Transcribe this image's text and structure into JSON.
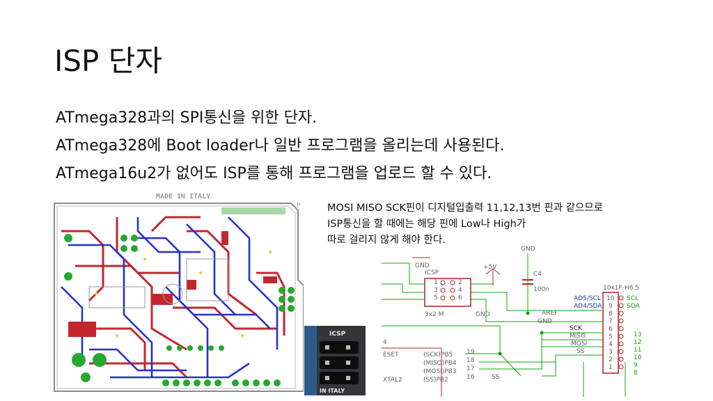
{
  "slide": {
    "title": "ISP 단자",
    "bullets": [
      "ATmega328과의 SPI통신을 위한 단자.",
      "ATmega328에 Boot loader나 일반 프로그램을 올리는데 사용된다.",
      "ATmega16u2가 없어도 ISP를 통해 프로그램을 업로드 할 수 있다."
    ],
    "caption_lines": [
      "MOSI MISO SCK핀이 디지털입출력 11,12,13번 핀과 같으므로",
      "ISP통신을 할 때에는 해당 핀에 Low나 High가",
      "따로 걸리지 않게 해야 한다."
    ]
  },
  "pcb_image": {
    "silkscreen_text": "MADE IN ITALY",
    "corner_mark": "P"
  },
  "header_photo": {
    "label_top": "ICSP",
    "label_bottom": "IN ITALY"
  },
  "schematic": {
    "gnd_left": "GND",
    "gnd_top": "GND",
    "icsp_label": "ICSP",
    "icsp_pins_left": [
      "1",
      "3",
      "5"
    ],
    "icsp_pins_right": [
      "2",
      "4",
      "6"
    ],
    "part_name": "3x2 M",
    "gnd_mid": "GND",
    "vcc_label": "+5V",
    "cap_label": "C4",
    "cap_value": "100n",
    "conn_name": "10x1F-H6.5",
    "aref": "AREF",
    "gnd_right": "GND",
    "conn_signals": [
      "AD5/SCL",
      "AD4/SDA"
    ],
    "conn_pins": [
      "10",
      "9",
      "8",
      "7",
      "6",
      "5",
      "4",
      "3",
      "2",
      "1"
    ],
    "bus_signals": [
      "SCK",
      "MISO",
      "MOSI",
      "SS"
    ],
    "right_labels": [
      "SCL",
      "SDA"
    ],
    "right_numbers": [
      "13",
      "12",
      "11",
      "10",
      "9",
      "8"
    ],
    "left_pin": "4",
    "reset_label": "ESET",
    "port_labels": [
      "(SCK)PB5",
      "(MISO)PB4",
      "(MOSI)PB3",
      "(SS)PB2"
    ],
    "port_pins": [
      "19",
      "18",
      "17",
      "16"
    ],
    "bottom_ss": "SS",
    "xtal": "XTAL2"
  },
  "colors": {
    "pcb_red": "#c4262e",
    "pcb_blue": "#2433c8",
    "pcb_green": "#28a832",
    "pcb_outline": "#8a8a8a",
    "schematic_green": "#10a010",
    "schematic_part": "#b02020",
    "schematic_blue": "#1d3fb0"
  }
}
